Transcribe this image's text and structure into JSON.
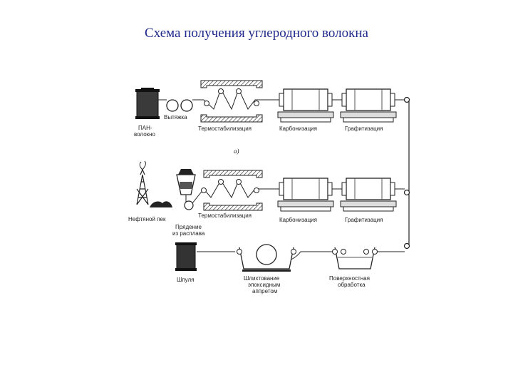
{
  "slide": {
    "title": "Схема получения углеродного волокна"
  },
  "diagram": {
    "upper_label": "а)",
    "labels": {
      "pan_fiber_1": "ПАН-",
      "pan_fiber_2": "волокно",
      "stretching": "Вытяжка",
      "thermostab_top": "Термостабилизация",
      "carbonization_top": "Карбонизация",
      "graphitization_top": "Графитизация",
      "oil_pitch": "Нефтяной пек",
      "spinning_1": "Прядение",
      "spinning_2": "из расплава",
      "thermostab_bottom": "Термостабилизация",
      "carbonization_bottom": "Карбонизация",
      "graphitization_bottom": "Графитизация",
      "bobbin": "Шпуля",
      "sizing_1": "Шлихтование",
      "sizing_2": "эпоксидным",
      "sizing_3": "аппретом",
      "surface_1": "Поверхностная",
      "surface_2": "обработка"
    }
  }
}
